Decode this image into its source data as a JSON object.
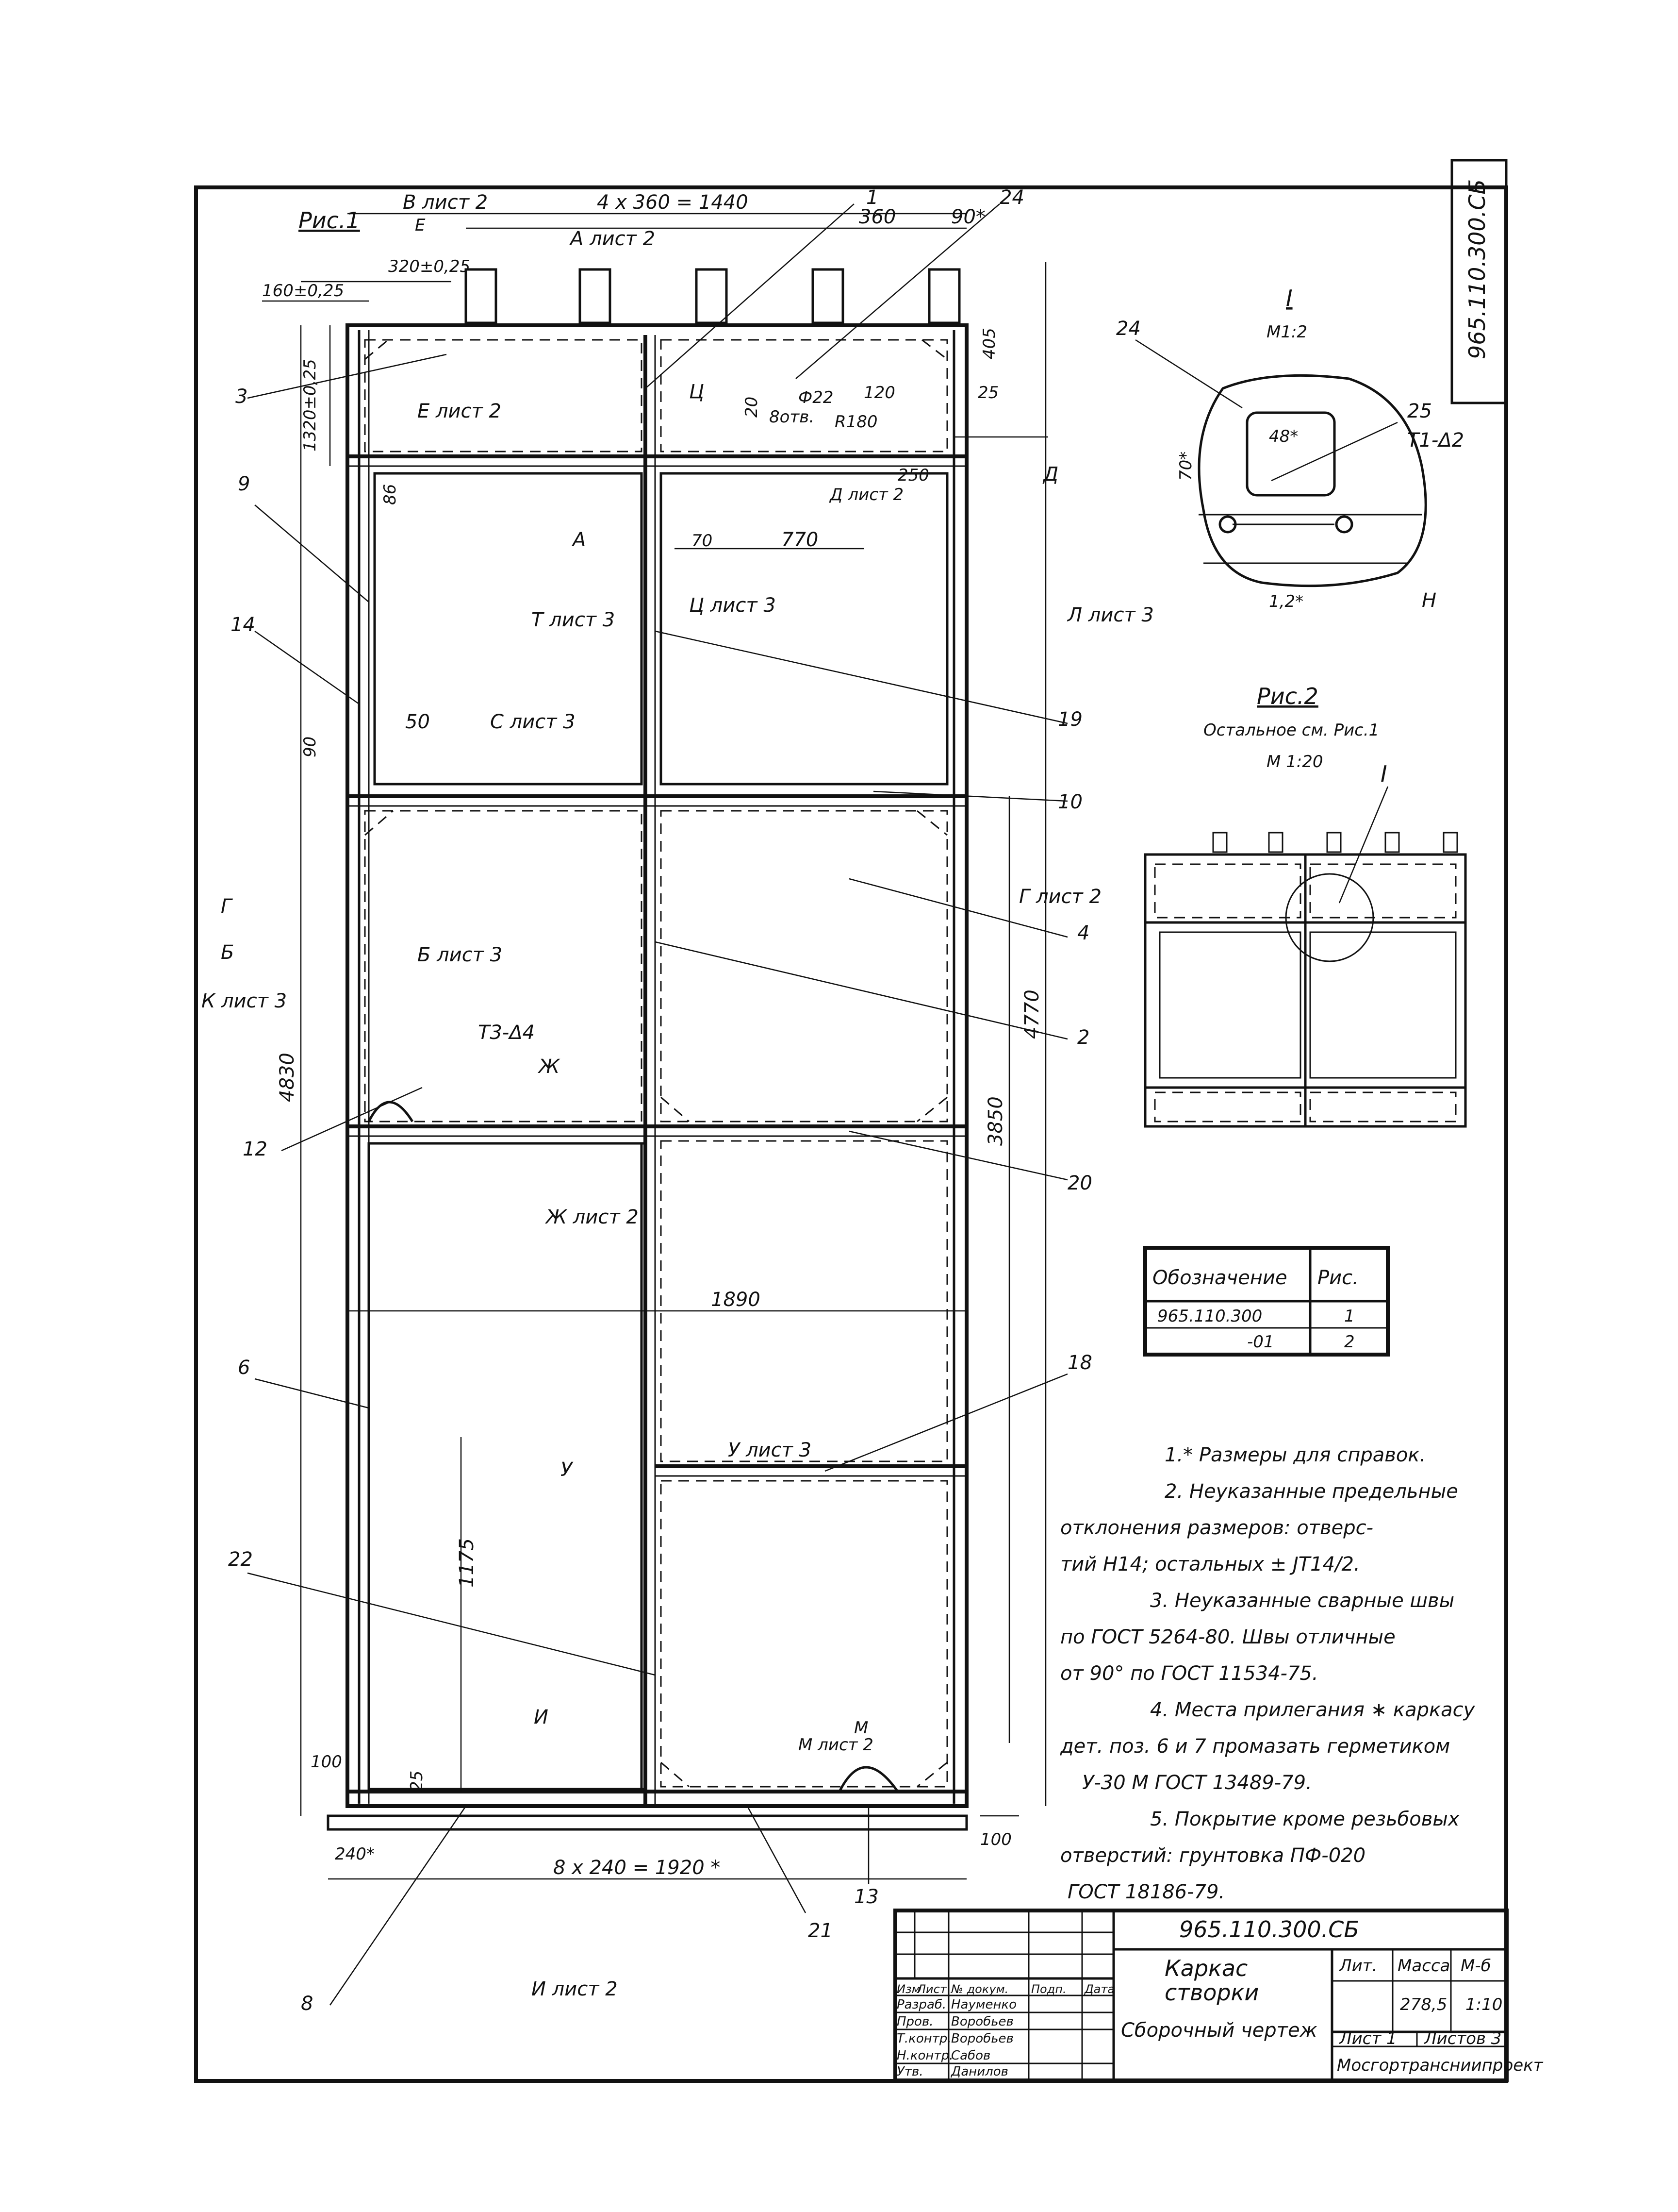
{
  "stamp_code_vertical": "965.110.300.СБ",
  "fig1": {
    "title": "Рис.1",
    "dims_top": [
      "4 x 360 = 1440",
      "360",
      "90*",
      "320±0,25",
      "160±0,25"
    ],
    "dims_bottom": [
      "8 x 240 = 1920 *",
      "240*",
      "100",
      "100"
    ],
    "dims_side": [
      "1320±0,25",
      "4830",
      "4770",
      "3850",
      "405",
      "1890",
      "1175",
      "90",
      "86",
      "25",
      "20"
    ],
    "dims_inner": [
      "770",
      "70",
      "50",
      "120",
      "250",
      "25",
      "Ф22",
      "8отв.",
      "R180"
    ],
    "section_refs": [
      "В лист 2",
      "Е",
      "А лист 2",
      "Е лист 2",
      "Ц",
      "Ц лист 3",
      "Д",
      "Д лист 2",
      "А",
      "Т лист 3",
      "С лист 3",
      "Л лист 3",
      "Г лист 2",
      "Г",
      "Б",
      "К лист 3",
      "Б лист 3",
      "Т3-Δ4",
      "Ж",
      "Ж лист 2",
      "У",
      "У лист 3",
      "И",
      "М",
      "М лист 2",
      "И лист 2"
    ],
    "callouts": [
      "1",
      "24",
      "3",
      "9",
      "14",
      "19",
      "10",
      "4",
      "2",
      "12",
      "20",
      "18",
      "6",
      "22",
      "8",
      "13",
      "21"
    ]
  },
  "detail_I": {
    "title": "I",
    "scale": "М1:2",
    "callouts": [
      "24",
      "25"
    ],
    "dims": [
      "48*",
      "70*",
      "1,2*",
      "Т1-Δ2",
      "Н"
    ]
  },
  "fig2": {
    "title": "Рис.2",
    "subtitle": "Остальное см. Рис.1",
    "scale": "М 1:20",
    "marker": "I"
  },
  "variants_table": {
    "headers": [
      "Обозначение",
      "Рис."
    ],
    "rows": [
      [
        "965.110.300",
        "1"
      ],
      [
        "-01",
        "2"
      ]
    ]
  },
  "notes": [
    "1.* Размеры для справок.",
    "2. Неуказанные предельные",
    "отклонения размеров: отверс-",
    "тий Н14; остальных ± JT14/2.",
    "3. Неуказанные сварные швы",
    "по ГОСТ 5264-80. Швы отличные",
    "от 90° по ГОСТ 11534-75.",
    "4. Места прилегания ∗ каркасу",
    "дет. поз. 6 и 7 промазать герметиком",
    "У-30 М ГОСТ 13489-79.",
    "5. Покрытие кроме резьбовых",
    "отверстий: грунтовка ПФ-020",
    "ГОСТ 18186-79."
  ],
  "title_block": {
    "code": "965.110.300.СБ",
    "name_line1": "Каркас",
    "name_line2": "створки",
    "doc_type": "Сборочный чертеж",
    "col_headers": [
      "Лит.",
      "Масса",
      "М-б"
    ],
    "mass": "278,5",
    "scale": "1:10",
    "sheet": "Лист 1",
    "sheets": "Листов 3",
    "org": "Мосгортрансниипроект",
    "sign_headers": [
      "Изм",
      "Лист",
      "№ докум.",
      "Подп.",
      "Дата"
    ],
    "roles": [
      {
        "role": "Разраб.",
        "name": "Науменко"
      },
      {
        "role": "Пров.",
        "name": "Воробьев"
      },
      {
        "role": "Т.контр.",
        "name": "Воробьев"
      },
      {
        "role": "Н.контр.",
        "name": "Сабов"
      },
      {
        "role": "Утв.",
        "name": "Данилов"
      }
    ]
  }
}
